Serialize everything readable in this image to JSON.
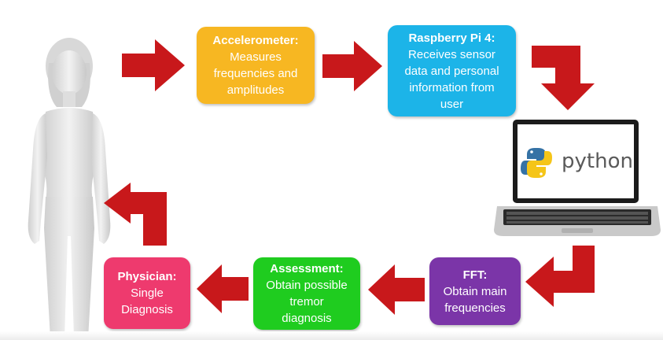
{
  "colors": {
    "arrow": "#c8181b",
    "accelerometer": "#f7b722",
    "raspberry": "#1cb4e8",
    "fft": "#7b35a8",
    "assessment": "#1fcc1f",
    "physician": "#ee3a6e"
  },
  "boxes": {
    "accelerometer": {
      "title": "Accelerometer:",
      "lines": [
        "Measures",
        "frequencies and",
        "amplitudes"
      ]
    },
    "raspberry": {
      "title": "Raspberry Pi 4:",
      "lines": [
        "Receives sensor",
        "data and personal",
        "information from",
        "user"
      ]
    },
    "fft": {
      "title": "FFT:",
      "lines": [
        "Obtain main",
        "frequencies"
      ]
    },
    "assessment": {
      "title": "Assessment:",
      "lines": [
        "Obtain possible",
        "tremor",
        "diagnosis"
      ]
    },
    "physician": {
      "title": "Physician:",
      "lines": [
        "Single",
        "Diagnosis"
      ]
    }
  },
  "laptop": {
    "screen_text": "python",
    "logo_icon": "python-logo-icon"
  },
  "person": {
    "icon": "person-figure-icon"
  }
}
